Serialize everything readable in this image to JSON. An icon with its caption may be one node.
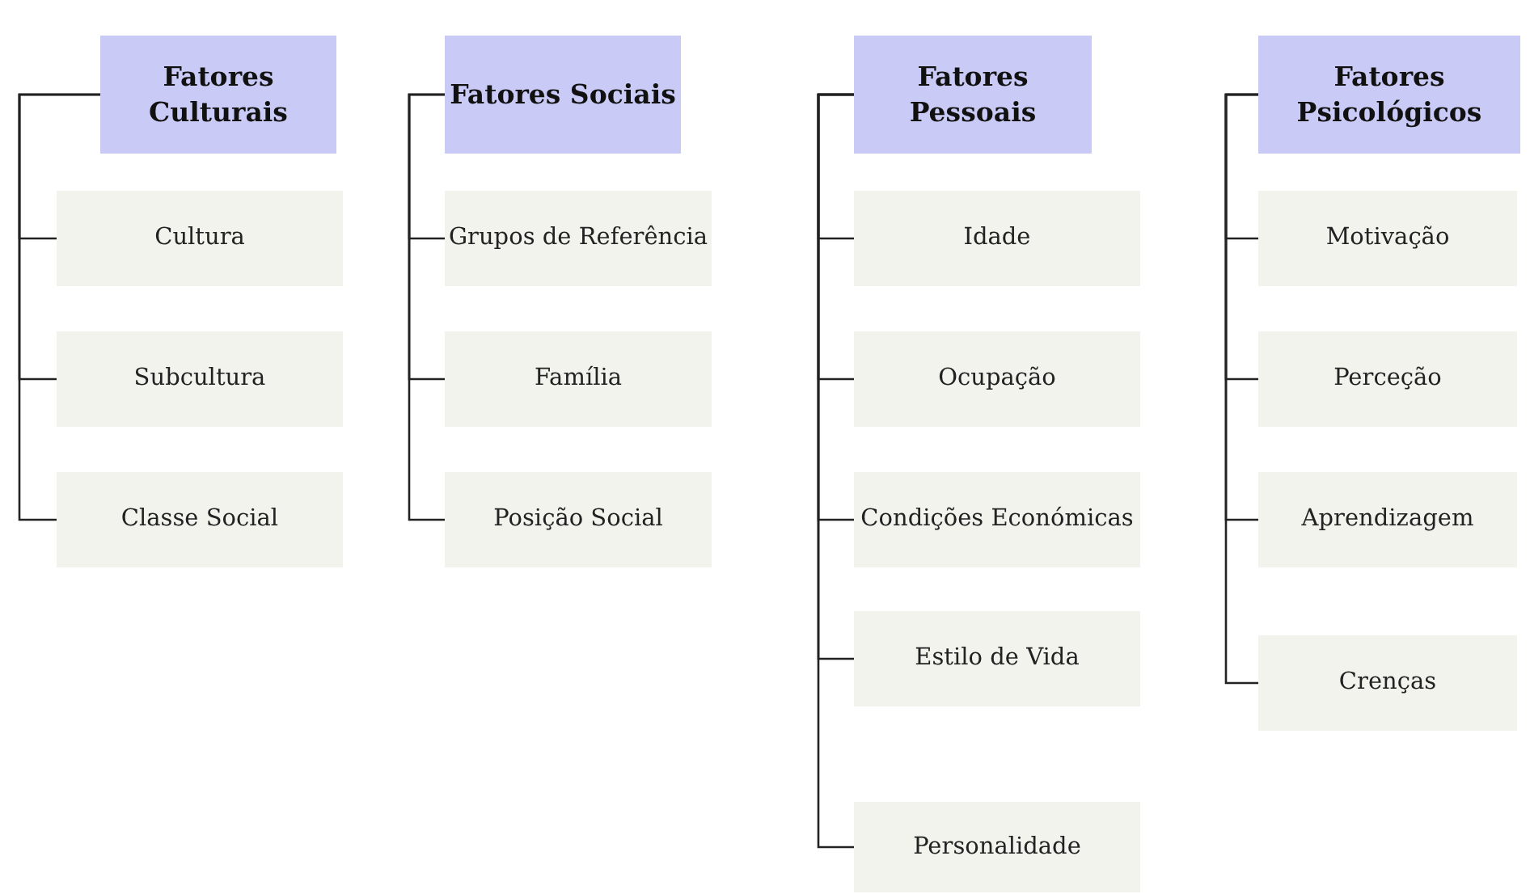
{
  "diagram": {
    "nodes": [
      {
        "text": [
          "Fatores Culturais"
        ]
      },
      {
        "text": [
          "Cultura"
        ]
      },
      {
        "text": [
          "Subcultura"
        ]
      },
      {
        "text": [
          "Classe Social"
        ]
      },
      {
        "text": [
          "Fatores Sociais"
        ]
      },
      {
        "text": [
          "Grupos de Referência"
        ]
      },
      {
        "text": [
          "Família"
        ]
      },
      {
        "text": [
          "Posição Social"
        ]
      },
      {
        "text": [
          "Fatores Pessoais"
        ]
      },
      {
        "text": [
          "Idade"
        ]
      },
      {
        "text": [
          "Ocupação"
        ]
      },
      {
        "text": [
          "Condições Económicas"
        ]
      },
      {
        "text": [
          "Estilo de Vida"
        ]
      },
      {
        "text": [
          "Personalidade"
        ]
      },
      {
        "text": [
          "Fatores Psicológicos"
        ]
      },
      {
        "text": [
          "Motivação"
        ]
      },
      {
        "text": [
          "Perceção"
        ]
      },
      {
        "text": [
          "Aprendizagem"
        ]
      },
      {
        "text": [
          "Crenças"
        ]
      }
    ],
    "edges": [
      {
        "from": 0,
        "to": 1,
        "arrow": "none"
      },
      {
        "from": 0,
        "to": 2,
        "arrow": "none"
      },
      {
        "from": 0,
        "to": 3,
        "arrow": "none"
      },
      {
        "from": 4,
        "to": 5,
        "arrow": "none"
      },
      {
        "from": 4,
        "to": 6,
        "arrow": "none"
      },
      {
        "from": 4,
        "to": 7,
        "arrow": "none"
      },
      {
        "from": 8,
        "to": 9,
        "arrow": "none"
      },
      {
        "from": 8,
        "to": 10,
        "arrow": "none"
      },
      {
        "from": 8,
        "to": 11,
        "arrow": "none"
      },
      {
        "from": 8,
        "to": 12,
        "arrow": "none"
      },
      {
        "from": 8,
        "to": 13,
        "arrow": "none"
      },
      {
        "from": 14,
        "to": 15,
        "arrow": "none"
      },
      {
        "from": 14,
        "to": 16,
        "arrow": "none"
      },
      {
        "from": 14,
        "to": 17,
        "arrow": "none"
      },
      {
        "from": 14,
        "to": 18,
        "arrow": "none"
      }
    ]
  }
}
